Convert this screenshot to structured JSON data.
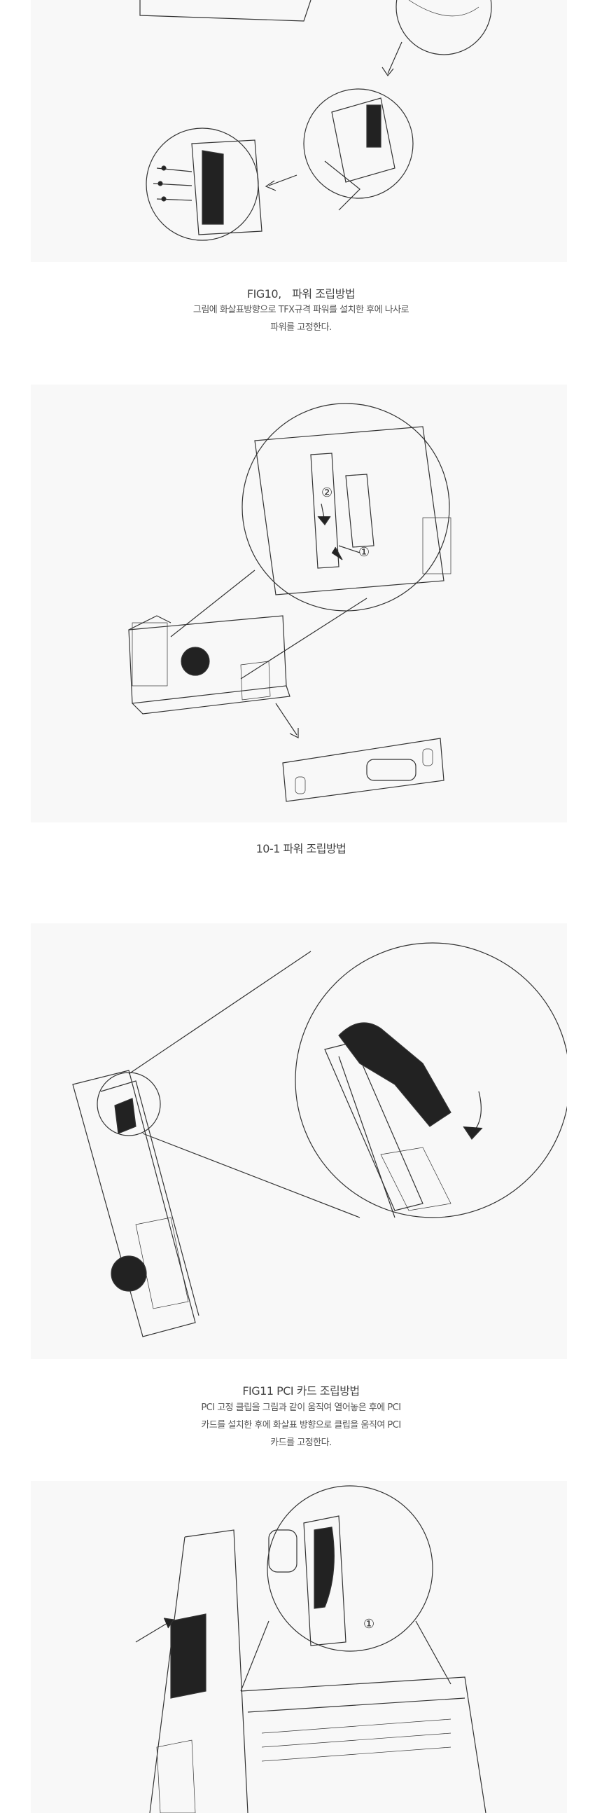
{
  "sections": [
    {
      "title": "FIG10,　파워 조립방법",
      "description_lines": [
        "그림에 화살표방향으로 TFX규격 파워를 설치한 후에 나사로",
        "파워를 고정한다."
      ]
    },
    {
      "title": "10-1 파워 조립방법"
    },
    {
      "title": "FIG11 PCI 카드 조립방법",
      "description_lines": [
        "PCI 고정 클립을 그림과 같이 움직여 열어놓은 후에 PCI",
        "카드를 설치한 후에 화살표 방향으로 클립을 움직여 PCI",
        "카드를 고정한다."
      ]
    }
  ],
  "diagram_labels": {
    "step1": "①",
    "step2": "②"
  }
}
